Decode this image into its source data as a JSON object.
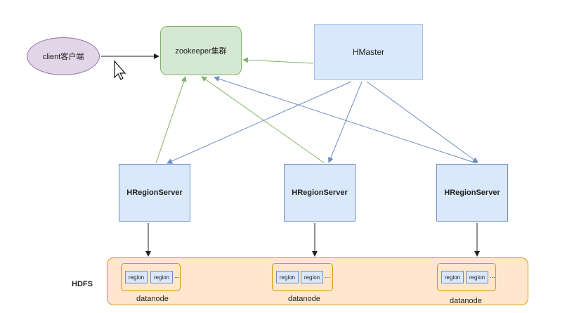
{
  "nodes": {
    "client": "client客户端",
    "zookeeper": "zookeeper集群",
    "hmaster": "HMaster",
    "regionservers": [
      "HRegionServer",
      "HRegionServer",
      "HRegionServer"
    ]
  },
  "hdfs": {
    "label": "HDFS",
    "datanodes": [
      {
        "label": "datanode",
        "regions": [
          "region",
          "region"
        ],
        "more": "..."
      },
      {
        "label": "datanode",
        "regions": [
          "region",
          "region"
        ],
        "more": "..."
      },
      {
        "label": "datanode",
        "regions": [
          "region",
          "region"
        ],
        "more": "..."
      }
    ]
  },
  "colors": {
    "client_fill": "#e1d5e7",
    "zookeeper_fill": "#d5e8d4",
    "server_fill": "#dae8fc",
    "hdfs_fill": "#ffe6cc",
    "green_arrow": "#82b366",
    "blue_arrow": "#6c8ebf"
  }
}
